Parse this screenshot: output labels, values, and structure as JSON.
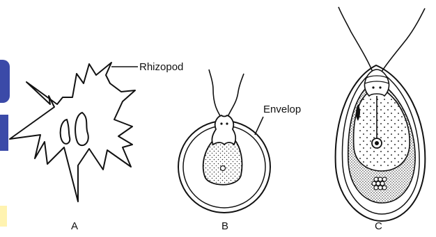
{
  "labels": {
    "rhizopod": "Rhizopod",
    "envelop": "Envelop",
    "panel_a": "A",
    "panel_b": "B",
    "panel_c": "C"
  },
  "colors": {
    "ink": "#111111",
    "stipple": "#333333",
    "edge_blue": "#3b4aa8",
    "edge_yellow": "#fff3b0"
  },
  "icons": {
    "cell_a": "amoeboid-rhizopod-cell",
    "cell_b": "flagellate-in-envelope",
    "cell_c": "flagellate-in-lorica"
  }
}
